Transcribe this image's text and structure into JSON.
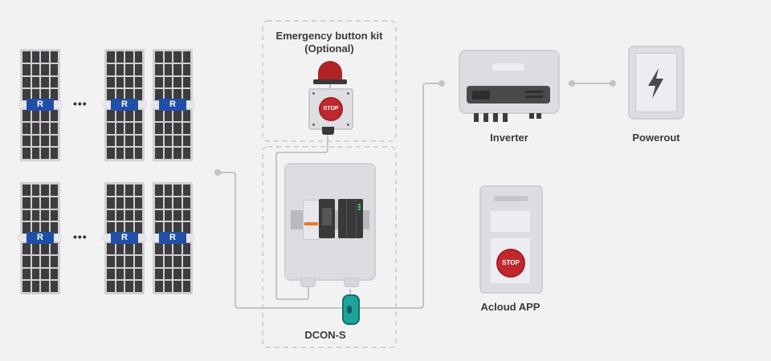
{
  "diagram": {
    "solar_array": {
      "rows": [
        {
          "modules": [
            {
              "tag": "R"
            },
            {
              "tag": "R"
            },
            {
              "tag": "R"
            }
          ],
          "ellipsis": "•••"
        },
        {
          "modules": [
            {
              "tag": "R"
            },
            {
              "tag": "R"
            },
            {
              "tag": "R"
            }
          ],
          "ellipsis": "•••"
        }
      ]
    },
    "emergency_kit": {
      "title_line1": "Emergency button kit",
      "title_line2": "(Optional)",
      "button_text": "STOP"
    },
    "dcon": {
      "label": "DCON-S"
    },
    "inverter": {
      "label": "Inverter"
    },
    "powerout": {
      "label": "Powerout"
    },
    "app": {
      "label": "Acloud APP",
      "button_text": "STOP"
    },
    "colors": {
      "background": "#f2f2f2",
      "panel_cell": "#3f3c3d",
      "rsd_tag": "#1f4fa8",
      "stop_red": "#c0282d",
      "sensor_teal": "#1ea39a",
      "wire": "#c4c4c4",
      "device_body": "#dcdce2"
    }
  }
}
